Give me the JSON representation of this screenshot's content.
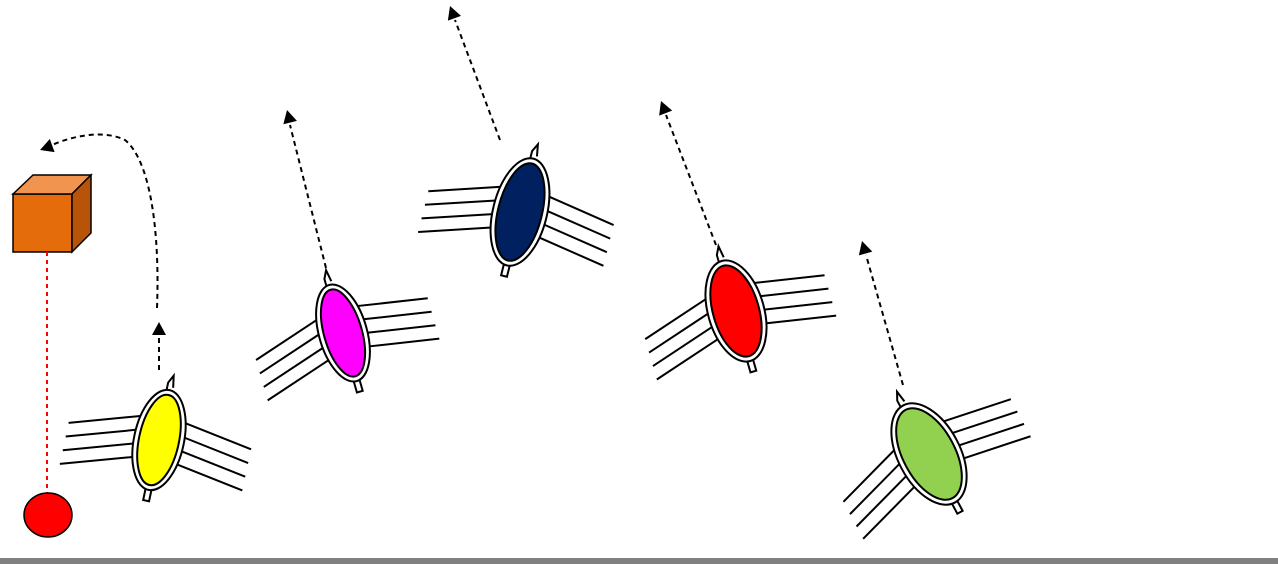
{
  "colors": {
    "background": "#ffffff",
    "stroke": "#000000",
    "cube_front": "#e46c0a",
    "cube_top": "#f09450",
    "cube_side": "#b8540a",
    "ball": "#ff0000",
    "ball_leash": "#ff0000",
    "bottom_bar": "#808080"
  },
  "figures": [
    {
      "id": "yellow",
      "color": "#ffff00"
    },
    {
      "id": "magenta",
      "color": "#ff00ff"
    },
    {
      "id": "navy",
      "color": "#002060"
    },
    {
      "id": "red",
      "color": "#ff0000"
    },
    {
      "id": "green",
      "color": "#92d050"
    }
  ],
  "icons": {
    "cube": "cube-icon",
    "ball": "ball-icon",
    "arrow": "dashed-arrow-icon"
  }
}
